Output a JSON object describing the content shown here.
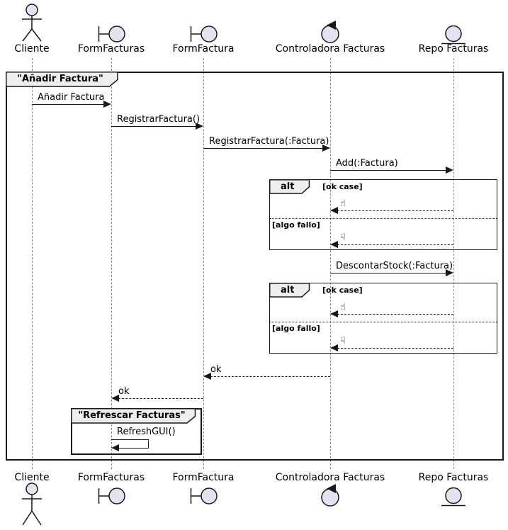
{
  "diagram": {
    "kind": "uml-sequence-diagram",
    "main_frame_title": "\"Añadir Factura\"",
    "inner_frame_title": "\"Refrescar Facturas\"",
    "participants": [
      {
        "label": "Cliente",
        "type": "actor"
      },
      {
        "label": "FormFacturas",
        "type": "boundary"
      },
      {
        "label": "FormFactura",
        "type": "boundary"
      },
      {
        "label": "Controladora Facturas",
        "type": "control"
      },
      {
        "label": "Repo Facturas",
        "type": "entity"
      }
    ],
    "messages": [
      {
        "label": "Añadir Factura",
        "from": "Cliente",
        "to": "FormFacturas",
        "line": "solid"
      },
      {
        "label": "RegistrarFactura()",
        "from": "FormFacturas",
        "to": "FormFactura",
        "line": "solid"
      },
      {
        "label": "RegistrarFactura(:Factura)",
        "from": "FormFactura",
        "to": "Controladora Facturas",
        "line": "solid"
      },
      {
        "label": "Add(:Factura)",
        "from": "Controladora Facturas",
        "to": "Repo Facturas",
        "line": "solid"
      },
      {
        "label": "DescontarStock(:Factura)",
        "from": "Controladora Facturas",
        "to": "Repo Facturas",
        "line": "solid"
      },
      {
        "label": "ok",
        "from": "Controladora Facturas",
        "to": "FormFactura",
        "line": "dashed"
      },
      {
        "label": "ok",
        "from": "FormFactura",
        "to": "FormFacturas",
        "line": "dashed"
      },
      {
        "label": "RefreshGUI()",
        "from": "FormFacturas",
        "to": "FormFacturas",
        "line": "self"
      }
    ],
    "alt1": {
      "operator": "alt",
      "guard_ok": "[ok case]",
      "guard_fail": "[algo fallo]",
      "ok_icon": "☝",
      "fail_icon": "☟"
    },
    "alt2": {
      "operator": "alt",
      "guard_ok": "[ok case]",
      "guard_fail": "[algo fallo]",
      "ok_icon": "☝",
      "fail_icon": "☟"
    },
    "colors": {
      "participant_fill": "#E2E2F0",
      "frame_tab_fill": "#EEEEEE",
      "line_color": "#181818",
      "lifeline_color": "#8A8A8A",
      "background": "#FFFFFF",
      "text_color": "#000000"
    }
  }
}
